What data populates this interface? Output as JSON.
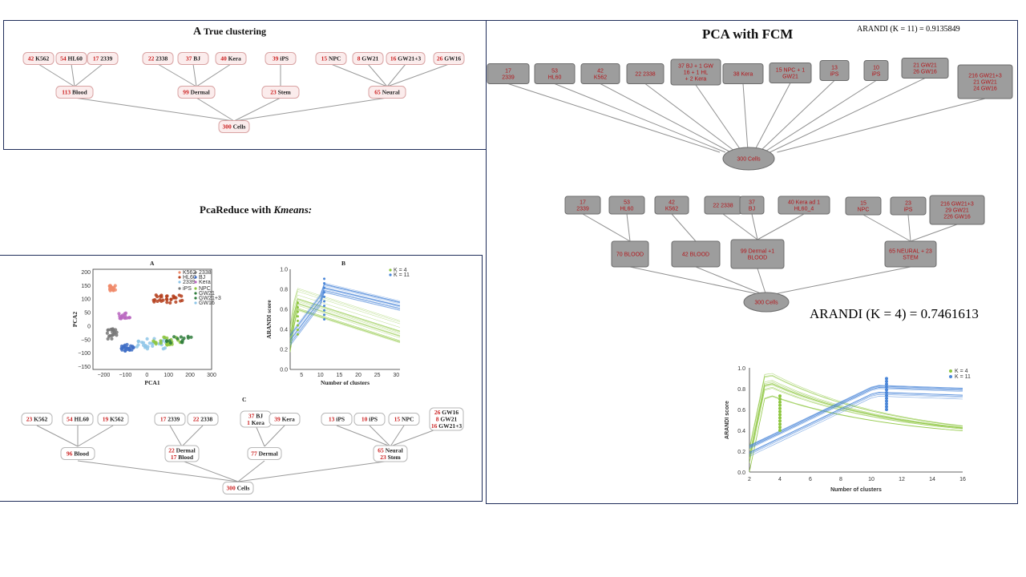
{
  "panel1": {
    "title_letter": "A",
    "title_text": " True clustering",
    "leaves": [
      {
        "num": "42",
        "name": " K562"
      },
      {
        "num": "54",
        "name": " HL60"
      },
      {
        "num": "17",
        "name": " 2339"
      },
      {
        "num": "22",
        "name": " 2338"
      },
      {
        "num": "37",
        "name": " BJ"
      },
      {
        "num": "40",
        "name": " Kera"
      },
      {
        "num": "39",
        "name": " iPS"
      },
      {
        "num": "15",
        "name": " NPC"
      },
      {
        "num": "8",
        "name": " GW21"
      },
      {
        "num": "16",
        "name": " GW21+3"
      },
      {
        "num": "26",
        "name": " GW16"
      }
    ],
    "mids": [
      {
        "num": "113",
        "name": " Blood"
      },
      {
        "num": "99",
        "name": " Dermal"
      },
      {
        "num": "23",
        "name": " Stem"
      },
      {
        "num": "65",
        "name": " Neural"
      }
    ],
    "root": {
      "num": "300",
      "name": " Cells"
    }
  },
  "section2_title": "PcaReduce with ",
  "section2_title_italic": "Kmeans:",
  "panel2": {
    "label_a": "A",
    "label_b": "B",
    "label_c": "C",
    "scatter": {
      "xlabel": "PCA1",
      "ylabel": "PCA2",
      "xticks": [
        "−200",
        "−100",
        "0",
        "100",
        "200",
        "300"
      ],
      "yticks": [
        "−150",
        "−100",
        "−50",
        "0",
        "50",
        "100",
        "150",
        "200"
      ],
      "legend": [
        "K562",
        "2338",
        "HL60",
        "BJ",
        "2339",
        "Kera",
        "iPS",
        "NPC",
        "GW21",
        "GW21+3",
        "GW16"
      ]
    },
    "score": {
      "xlabel": "Number of clusters",
      "ylabel": "ARANDI score",
      "xticks": [
        "5",
        "10",
        "15",
        "20",
        "25",
        "30"
      ],
      "yticks": [
        "0.0",
        "0.2",
        "0.4",
        "0.6",
        "0.8",
        "1.0"
      ],
      "legend": [
        "K = 4",
        "K = 11"
      ]
    },
    "tree_leaves": [
      {
        "lines": [
          {
            "num": "23",
            "name": " K562"
          }
        ]
      },
      {
        "lines": [
          {
            "num": "54",
            "name": " HL60"
          }
        ]
      },
      {
        "lines": [
          {
            "num": "19",
            "name": " K562"
          }
        ]
      },
      {
        "lines": [
          {
            "num": "17",
            "name": " 2339"
          }
        ]
      },
      {
        "lines": [
          {
            "num": "22",
            "name": " 2338"
          }
        ]
      },
      {
        "lines": [
          {
            "num": "37",
            "name": " BJ"
          },
          {
            "num": "1",
            "name": " Kera"
          }
        ]
      },
      {
        "lines": [
          {
            "num": "39",
            "name": " Kera"
          }
        ]
      },
      {
        "lines": [
          {
            "num": "13",
            "name": " iPS"
          }
        ]
      },
      {
        "lines": [
          {
            "num": "10",
            "name": " iPS"
          }
        ]
      },
      {
        "lines": [
          {
            "num": "15",
            "name": " NPC"
          }
        ]
      },
      {
        "lines": [
          {
            "num": "26",
            "name": " GW16"
          },
          {
            "num": "8",
            "name": " GW21"
          },
          {
            "num": "16",
            "name": " GW21+3"
          }
        ]
      }
    ],
    "tree_mids": [
      {
        "lines": [
          {
            "num": "96",
            "name": " Blood"
          }
        ]
      },
      {
        "lines": [
          {
            "num": "22",
            "name": " Dermal"
          },
          {
            "num": "17",
            "name": " Blood"
          }
        ]
      },
      {
        "lines": [
          {
            "num": "77",
            "name": " Dermal"
          }
        ]
      },
      {
        "lines": [
          {
            "num": "65",
            "name": " Neural"
          },
          {
            "num": "23",
            "name": " Stem"
          }
        ]
      }
    ],
    "tree_root": {
      "num": "300",
      "name": " Cells"
    }
  },
  "panel3": {
    "title": "PCA with FCM",
    "arandi_k11": "ARANDI (K = 11) = 0.9135849",
    "arandi_k4": "ARANDI (K = 4) = 0.7461613",
    "tree1_leaves": [
      [
        "17",
        "2339"
      ],
      [
        "53",
        "HL60"
      ],
      [
        "42",
        "K562"
      ],
      [
        "22 2338"
      ],
      [
        "37 BJ + 1 GW",
        "16 + 1 HL",
        "+ 2 Kera"
      ],
      [
        "38 Kera"
      ],
      [
        "15 NPC + 1",
        "GW21"
      ],
      [
        "13",
        "iPS"
      ],
      [
        "10",
        "iPS"
      ],
      [
        "21 GW21",
        "26 GW16"
      ],
      [
        "216 GW21+3",
        "21 GW21",
        "24 GW16"
      ]
    ],
    "tree1_root": "300 Cells",
    "tree2_leaves": [
      [
        "17",
        "2339"
      ],
      [
        "53",
        "HL60"
      ],
      [
        "42",
        "K562"
      ],
      [
        "22 2338"
      ],
      [
        "37",
        "BJ"
      ],
      [
        "40 Kera ad 1",
        "HL60_4"
      ],
      [
        "15",
        "NPC"
      ],
      [
        "23",
        "iPS"
      ],
      [
        "216 GW21+3",
        "29 GW21",
        "226 GW16"
      ]
    ],
    "tree2_mids": [
      [
        "70 BLOOD"
      ],
      [
        "42 BLOOD"
      ],
      [
        "99 Dermal +1",
        "BLOOD"
      ],
      [
        "65 NEURAL + 23",
        "STEM"
      ]
    ],
    "tree2_root": "300 Cells",
    "score": {
      "xlabel": "Number of clusters",
      "ylabel": "ARANDI score",
      "xticks": [
        "2",
        "4",
        "6",
        "8",
        "10",
        "12",
        "14",
        "16"
      ],
      "yticks": [
        "0.0",
        "0.2",
        "0.4",
        "0.6",
        "0.8",
        "1.0"
      ],
      "legend": [
        "K = 4",
        "K = 11"
      ]
    }
  },
  "colors": {
    "green": "#8dc63f",
    "blue": "#4a86d8",
    "node_red": "#b3161b",
    "panel_border": "#1f2d5a"
  }
}
